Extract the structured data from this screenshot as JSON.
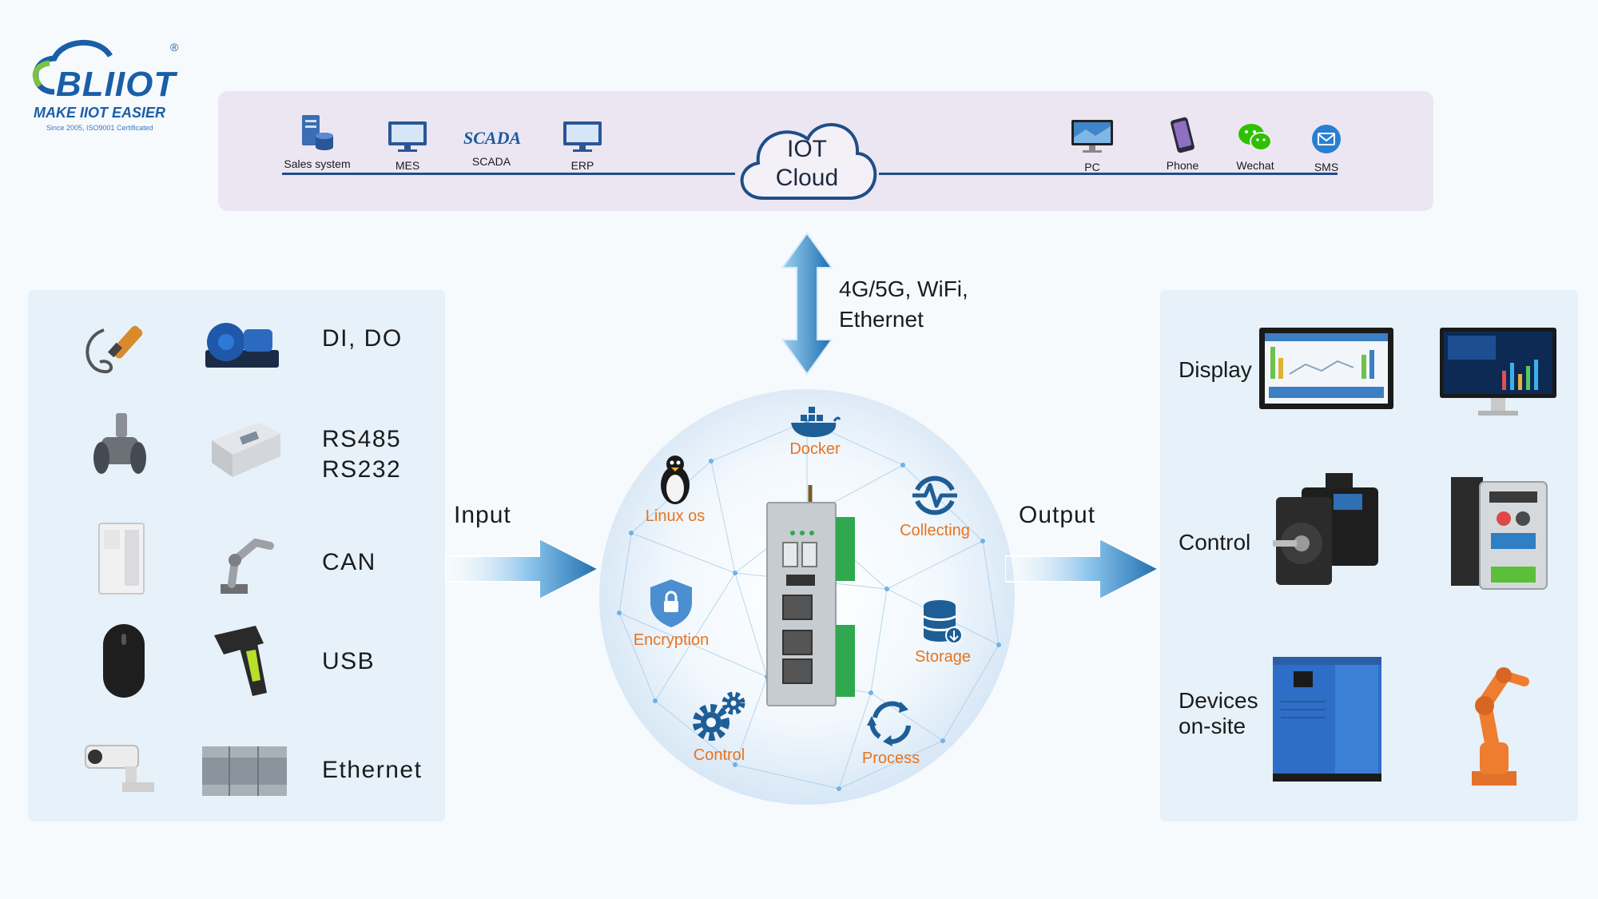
{
  "logo": {
    "brand": "BLIIOT",
    "tagline": "MAKE IIOT EASIER",
    "since": "Since 2005, ISO9001 Certificated",
    "registered": "®"
  },
  "cloud_band": {
    "left_items": [
      {
        "label": "Sales system",
        "icon": "server-database-icon"
      },
      {
        "label": "MES",
        "icon": "monitor-icon"
      },
      {
        "label": "SCADA",
        "logo_text": "SCADA",
        "icon": "scada-logo"
      },
      {
        "label": "ERP",
        "icon": "monitor-icon"
      }
    ],
    "cloud_line1": "IOT",
    "cloud_line2": "Cloud",
    "right_items": [
      {
        "label": "PC",
        "icon": "pc-monitor-icon"
      },
      {
        "label": "Phone",
        "icon": "smartphone-icon"
      },
      {
        "label": "Wechat",
        "icon": "wechat-icon"
      },
      {
        "label": "SMS",
        "icon": "envelope-icon"
      }
    ]
  },
  "link": {
    "line1": "4G/5G, WiFi,",
    "line2": "Ethernet"
  },
  "inputs": {
    "rows": [
      {
        "lines": [
          "DI, DO"
        ],
        "devices": [
          "photoelectric-sensor",
          "roots-blower"
        ]
      },
      {
        "lines": [
          "RS485",
          "RS232"
        ],
        "devices": [
          "flow-meter",
          "energy-meter"
        ]
      },
      {
        "lines": [
          "CAN"
        ],
        "devices": [
          "battery-cabinet",
          "robot-arm"
        ]
      },
      {
        "lines": [
          "USB"
        ],
        "devices": [
          "mouse",
          "barcode-scanner"
        ]
      },
      {
        "lines": [
          "Ethernet"
        ],
        "devices": [
          "ip-camera",
          "plc"
        ]
      }
    ]
  },
  "flow": {
    "input": "Input",
    "output": "Output"
  },
  "core": {
    "features": [
      {
        "label": "Docker",
        "icon": "docker-whale-icon"
      },
      {
        "label": "Linux os",
        "icon": "linux-penguin-icon"
      },
      {
        "label": "Collecting",
        "icon": "collecting-wave-icon"
      },
      {
        "label": "Encryption",
        "icon": "shield-lock-icon"
      },
      {
        "label": "Storage",
        "icon": "database-icon"
      },
      {
        "label": "Control",
        "icon": "gears-icon"
      },
      {
        "label": "Process",
        "icon": "cycle-arrows-icon"
      }
    ],
    "colors": {
      "feature_text": "#e8731e",
      "icon_blue": "#1e5e96"
    }
  },
  "outputs": {
    "rows": [
      {
        "lines": [
          "Display"
        ],
        "devices": [
          "tablet-dashboard",
          "monitor-dashboard"
        ]
      },
      {
        "lines": [
          "Control"
        ],
        "devices": [
          "servo-motor",
          "frequency-inverter"
        ]
      },
      {
        "lines": [
          "Devices",
          "on-site"
        ],
        "devices": [
          "air-compressor",
          "industrial-robot"
        ]
      }
    ]
  }
}
